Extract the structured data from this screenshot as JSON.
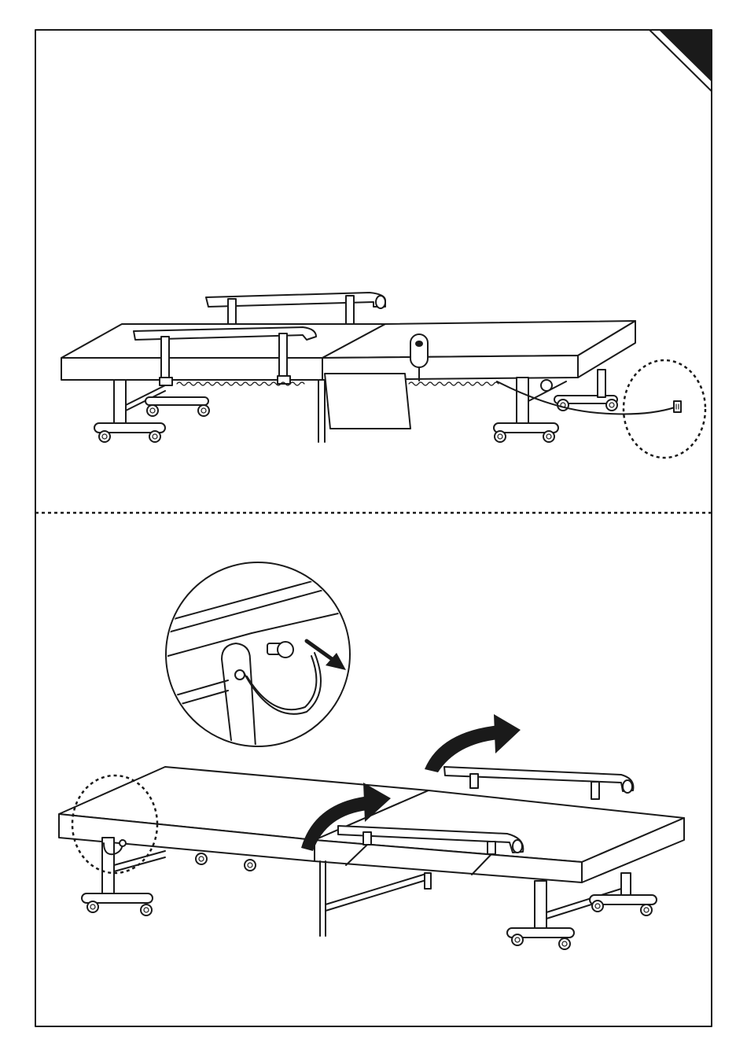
{
  "manual_page": {
    "panels": [
      {
        "id": "panel-top",
        "description_icons": [
          "bed-unplugged-icon",
          "wall-socket-icon",
          "remote-control-icon"
        ],
        "highlight": "power-plug-callout"
      },
      {
        "id": "panel-bottom",
        "description_icons": [
          "locking-pin-icon",
          "fold-up-arrow-icon",
          "fold-up-arrow-icon"
        ],
        "highlight": "locking-pin-callout"
      }
    ],
    "colors": {
      "line": "#1a1a1a",
      "background": "#ffffff",
      "arrow": "#1a1a1a"
    }
  }
}
